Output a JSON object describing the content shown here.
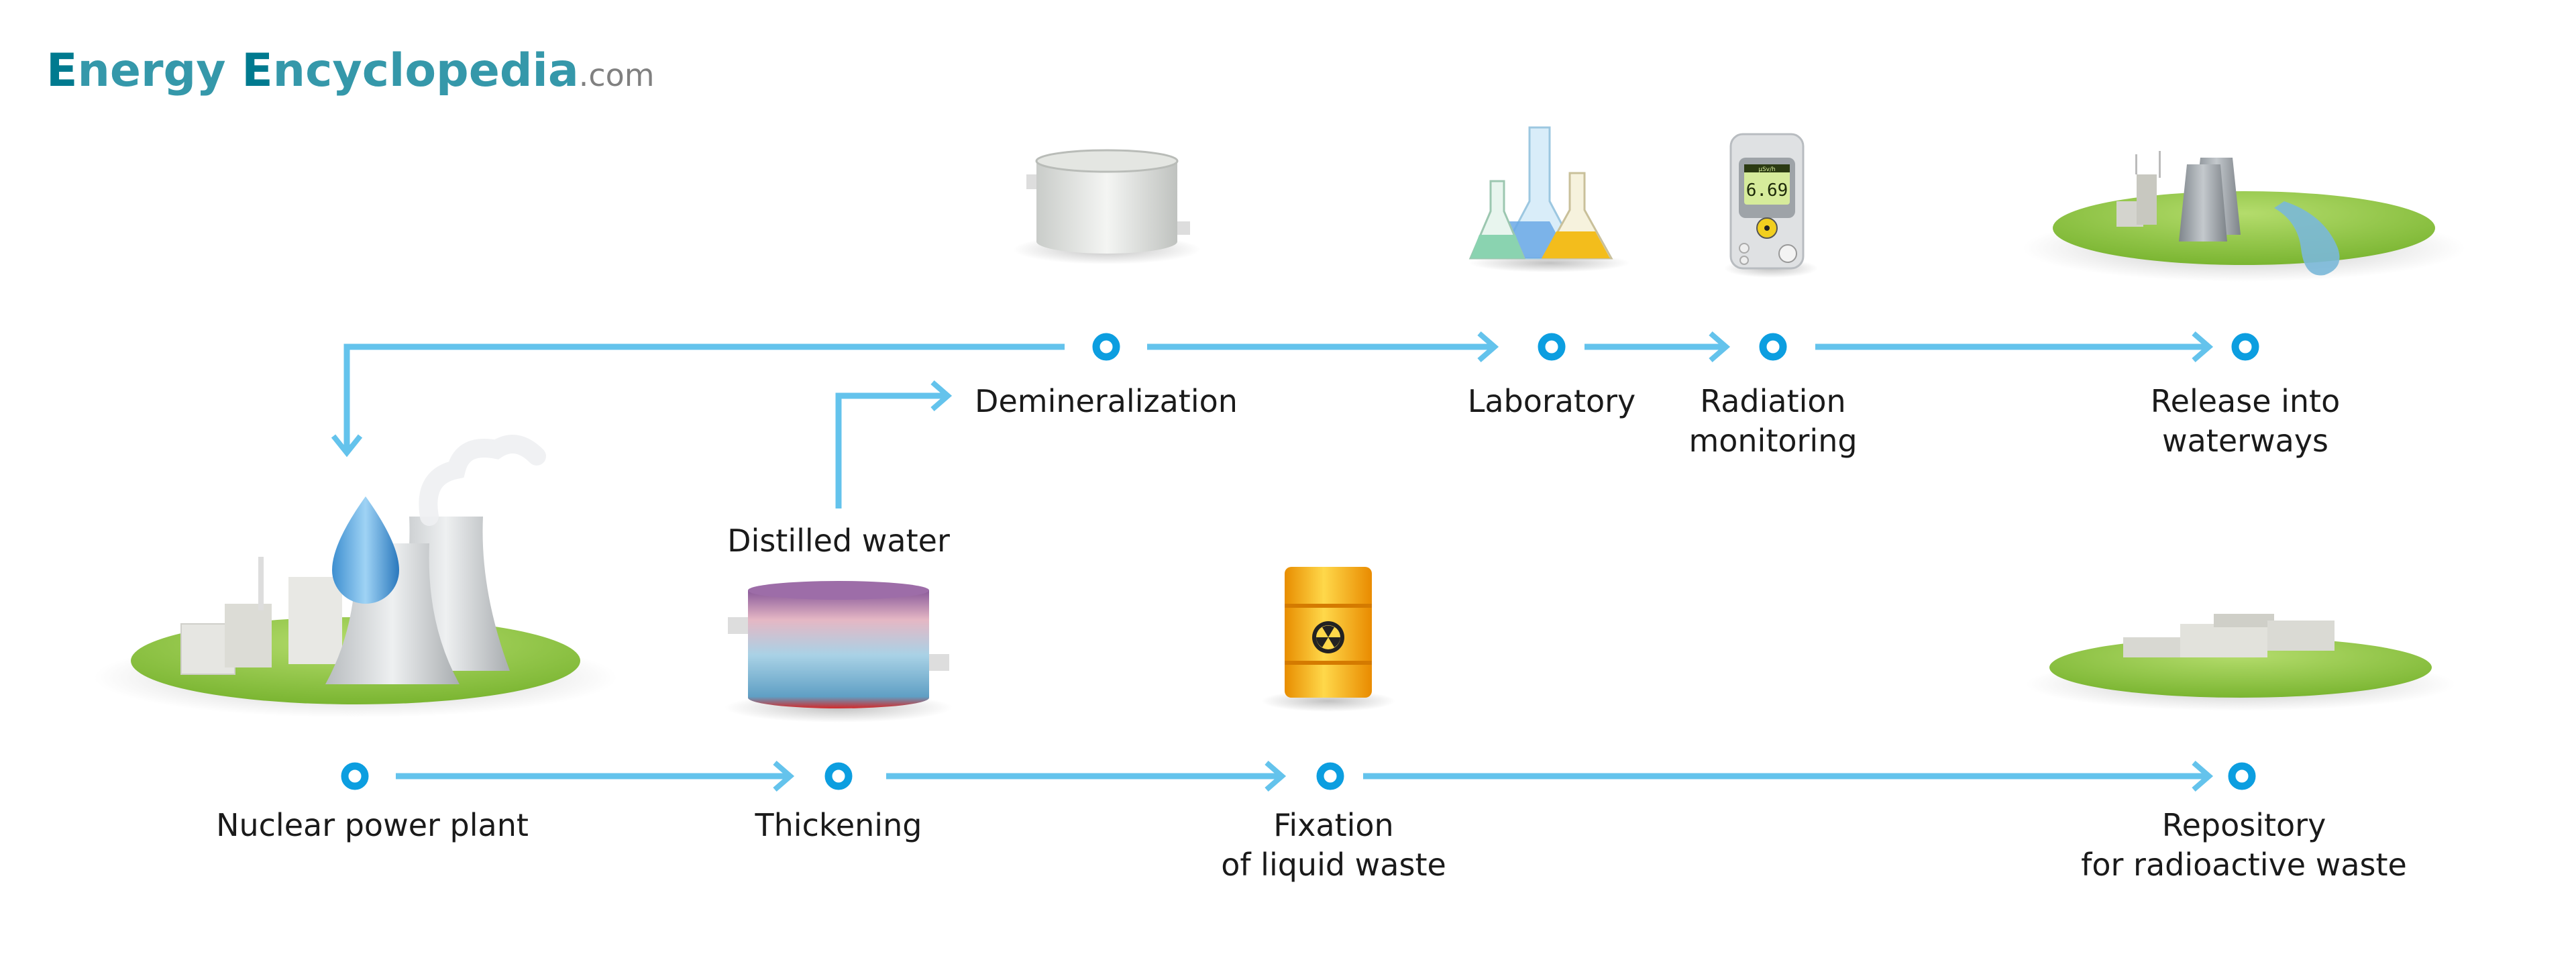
{
  "logo": {
    "part1_initial": "E",
    "part1_rest": "nergy ",
    "part2_initial": "E",
    "part2_rest": "ncyclopedia",
    "suffix": ".com"
  },
  "colors": {
    "logo_dark": "#007a8f",
    "logo_light": "#3598aa",
    "logo_suffix": "#808080",
    "flow_line": "#64c3ec",
    "node_ring": "#0c9ee0",
    "grass": "#8dc63f"
  },
  "steps_top": [
    {
      "line1": "Demineralization",
      "line2": "",
      "icon": "water-tank-icon"
    },
    {
      "line1": "Laboratory",
      "line2": "",
      "icon": "lab-flasks-icon"
    },
    {
      "line1": "Radiation",
      "line2": "monitoring",
      "icon": "dosimeter-icon"
    },
    {
      "line1": "Release into",
      "line2": "waterways",
      "icon": "plant-waterway-icon"
    }
  ],
  "steps_bottom": [
    {
      "line1": "Nuclear power plant",
      "line2": "",
      "icon": "nuclear-plant-icon"
    },
    {
      "line1": "Thickening",
      "line2": "",
      "icon": "evaporator-tank-icon"
    },
    {
      "line1": "Fixation",
      "line2": "of liquid waste",
      "icon": "radioactive-barrel-icon"
    },
    {
      "line1": "Repository",
      "line2": "for radioactive waste",
      "icon": "repository-icon"
    }
  ],
  "branch_label": "Distilled water",
  "dosimeter": {
    "unit": "µSv/h",
    "reading": "6.69"
  }
}
